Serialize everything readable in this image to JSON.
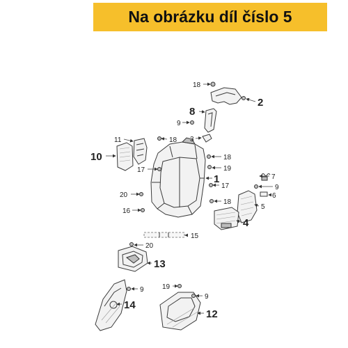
{
  "header": {
    "title": "Na obrázku díl číslo 5"
  },
  "callouts": [
    {
      "id": "c18a",
      "text": "18",
      "big": false
    },
    {
      "id": "c2",
      "text": "2",
      "big": true
    },
    {
      "id": "c8",
      "text": "8",
      "big": true
    },
    {
      "id": "c9a",
      "text": "9",
      "big": false
    },
    {
      "id": "c3",
      "text": "3",
      "big": false
    },
    {
      "id": "c11",
      "text": "11",
      "big": false
    },
    {
      "id": "c18b",
      "text": "18",
      "big": false
    },
    {
      "id": "c10",
      "text": "10",
      "big": true
    },
    {
      "id": "c18c",
      "text": "18",
      "big": false
    },
    {
      "id": "c19a",
      "text": "19",
      "big": false
    },
    {
      "id": "c17a",
      "text": "17",
      "big": false
    },
    {
      "id": "c1",
      "text": "1",
      "big": true
    },
    {
      "id": "c7",
      "text": "7",
      "big": false
    },
    {
      "id": "c9b",
      "text": "9",
      "big": false
    },
    {
      "id": "c20a",
      "text": "20",
      "big": false
    },
    {
      "id": "c17b",
      "text": "17",
      "big": false
    },
    {
      "id": "c6",
      "text": "6",
      "big": false
    },
    {
      "id": "c18d",
      "text": "18",
      "big": false
    },
    {
      "id": "c5",
      "text": "5",
      "big": false
    },
    {
      "id": "c16",
      "text": "16",
      "big": false
    },
    {
      "id": "c4",
      "text": "4",
      "big": true
    },
    {
      "id": "c15",
      "text": "15",
      "big": false
    },
    {
      "id": "c20b",
      "text": "20",
      "big": false
    },
    {
      "id": "c13",
      "text": "13",
      "big": true
    },
    {
      "id": "c9c",
      "text": "9",
      "big": false
    },
    {
      "id": "c19b",
      "text": "19",
      "big": false
    },
    {
      "id": "c9d",
      "text": "9",
      "big": false
    },
    {
      "id": "c14",
      "text": "14",
      "big": true
    },
    {
      "id": "c12",
      "text": "12",
      "big": true
    }
  ]
}
